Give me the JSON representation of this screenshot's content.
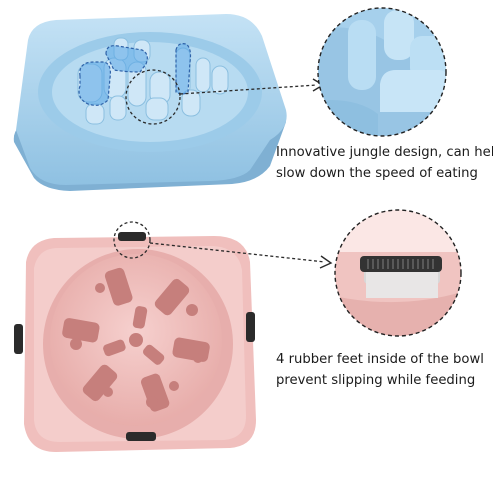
{
  "captions": [
    {
      "lines": [
        "Innovative jungle design, can help",
        "slow down the speed of eating"
      ]
    },
    {
      "lines": [
        "4 rubber feet inside of the bowl",
        "prevent slipping while feeding"
      ]
    }
  ],
  "colors": {
    "blue_bowl": "#a9d3ee",
    "blue_bowl_dark": "#7fb4d8",
    "pink_bowl": "#f1c2c0",
    "pink_bowl_dark": "#dc9d9a",
    "rubber_foot": "#2b2b2b",
    "accent_dash": "#3a78c8"
  }
}
